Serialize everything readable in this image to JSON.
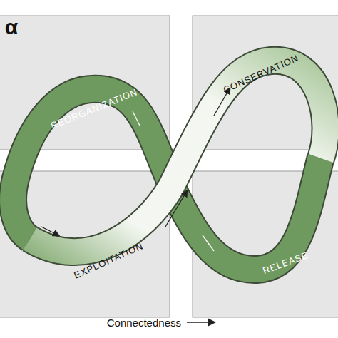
{
  "diagram": {
    "labels": [
      "α",
      "REORGANIZATION",
      "CONSERVATION",
      "EXPLOITATION",
      "RELEASE",
      "Connectedness"
    ]
  }
}
